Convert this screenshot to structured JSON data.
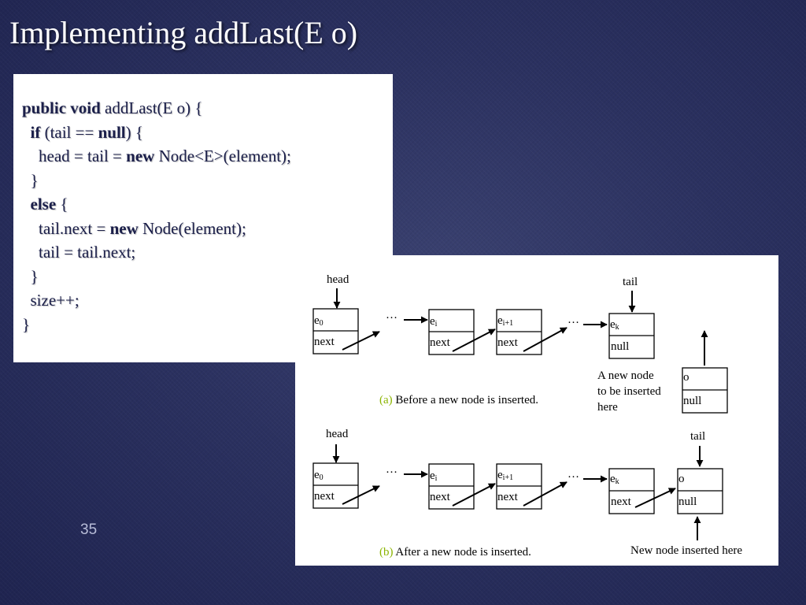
{
  "slide": {
    "title": "Implementing addLast(E o)",
    "number": "35"
  },
  "code": {
    "line1": {
      "kw1": "public",
      "kw2": "void",
      "rest": " addLast(E o) {"
    },
    "line2": {
      "indent": "  ",
      "kw": "if",
      "mid": " (tail == ",
      "kw2": "null",
      "rest": ") {"
    },
    "line3": {
      "indent": "    ",
      "pre": "head = tail = ",
      "kw": "new",
      "rest": " Node<E>(element);"
    },
    "line4": {
      "text": "  }"
    },
    "line5": {
      "indent": "  ",
      "kw": "else",
      "rest": " {"
    },
    "line6": {
      "indent": "    ",
      "pre": "tail.next = ",
      "kw": "new",
      "rest": " Node(element);"
    },
    "line7": {
      "text": "    tail = tail.next;"
    },
    "line8": {
      "text": "  }"
    },
    "line9": {
      "text": "  size++;"
    },
    "line10": {
      "text": "}"
    }
  },
  "diagram": {
    "head_label": "head",
    "tail_label": "tail",
    "ellipsis": "…",
    "next_label": "next",
    "null_label": "null",
    "e0_base": "e",
    "e0_sub": "0",
    "ei_base": "e",
    "ei_sub": "i",
    "ei1_base": "e",
    "ei1_sub": "i+1",
    "ek_base": "e",
    "ek_sub": "k",
    "o_label": "o",
    "new_node_note": [
      "A new node",
      "to be inserted",
      "here"
    ],
    "caption_a_letter": "(a)",
    "caption_a_text": " Before a new node is inserted.",
    "caption_b_letter": "(b)",
    "caption_b_text": " After a new node is inserted.",
    "inserted_note": "New node inserted here",
    "caption_letter_color": "#8bb400"
  }
}
